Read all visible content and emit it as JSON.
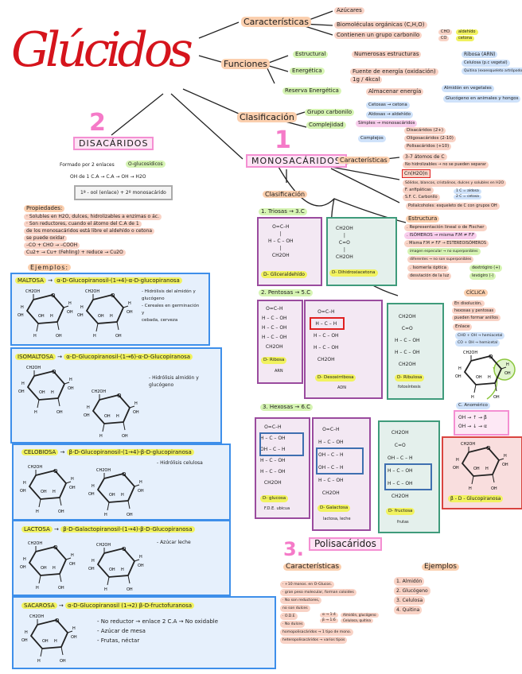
{
  "title": "Glúcidos",
  "ring": {
    "ch2oh": "CH2OH",
    "o": "O",
    "h": "H",
    "oh": "OH"
  },
  "caracteristicas": {
    "label": "Características",
    "items": [
      "Azúcares",
      "Biomoléculas orgánicas (C,H,O)",
      "Contienen un grupo carbonilo"
    ],
    "carbonilo": [
      "CHO",
      "CO"
    ],
    "carbonilo_tipos": [
      "aldehído",
      "cetona"
    ]
  },
  "funciones": {
    "label": "Funciones",
    "estructural": {
      "label": "Estructural",
      "desc": "Numerosas estructuras",
      "ejemplos": [
        "Ribosa (ARN)",
        "Celulosa (p.c vegetal)",
        "Quitina (exoesqueleto artrópodos)"
      ]
    },
    "energetica": {
      "label": "Energética",
      "desc": "Fuente de energía (oxidación)",
      "desc2": "1g / 4kcal"
    },
    "reserva": {
      "label": "Reserva Energética",
      "desc": "Almacenar energía",
      "ejemplos": [
        "Almidón en vegetales",
        "Glucógeno en animales y hongos"
      ]
    }
  },
  "clasificacion": {
    "label": "Clasificación",
    "grupo": "Grupo carbonilo",
    "grupo_items": [
      "Cetosas → cetona",
      "Aldosas → aldehído"
    ],
    "complejidad": "Complejidad",
    "simples": "Simples → monosacáridos",
    "complejos": "Complejos",
    "complejos_items": [
      "Disacáridos (2+)",
      "Oligosacáridos (2-10)",
      "Polisacáridos (+10)"
    ]
  },
  "disacaridos": {
    "number": "2",
    "title": "DISACÁRIDOS",
    "formado": "Formado por 2 enlaces",
    "enlace": "O-glucosídicos",
    "reaccion": "OH de 1 C.A → C.A → OH → H2O",
    "formula_box": "1ª - ool (enlace) + 2º monosacárido",
    "propiedades_label": "Propiedades:",
    "propiedades": [
      "· Solubles en H2O, dulces, hidrolizables a enzimas o ác.",
      "· Son reductores, cuando el átomo del C.A de 1",
      "de los monosacáridos está libre el aldehído o cetona",
      "se puede oxidar",
      "–CO   + CHO   →   –COOH",
      "Cu2+ → Cu+ (Fehling) + reduce → Cu2O"
    ],
    "ejemplos_label": "Ejemplos:",
    "ejemplos": [
      {
        "name": "MALTOSA",
        "enlace": "α-D-Glucopiranosil-(1→4)-α-D-glucopiranosa",
        "notas": [
          "- Hidrólisis del almidón y",
          "glucógeno",
          "- Cereales en germinación",
          "y",
          "cebada, cerveza"
        ]
      },
      {
        "name": "ISOMALTOSA",
        "enlace": "α-D-Glucopiranosil-(1→6)-α-D-Glucopiranosa",
        "notas": [
          "- Hidrólisis almidón y",
          "glucógeno"
        ]
      },
      {
        "name": "CELOBIOSA",
        "enlace": "β-D-Glucopiranosil-(1→4)-β-D-glucopiranosa",
        "notas": [
          "- Hidrólisis celulosa"
        ]
      },
      {
        "name": "LACTOSA",
        "enlace": "β-D-Galactopiranosil-(1→4)-β-D-Glucopiranosa",
        "notas": [
          "- Azúcar leche"
        ]
      },
      {
        "name": "SACAROSA",
        "enlace": "α-D-Glucopiranosil (1→2) β-D-fructofuranosa",
        "notas": [
          "- No reductor → enlace 2 C.A → No oxidable",
          "- Azúcar de mesa",
          "- Frutas, néctar"
        ]
      }
    ]
  },
  "monosacaridos": {
    "number": "1",
    "title": "MONOSACÁRIDOS",
    "caracteristicas_label": "Características",
    "caracteristicas": [
      "3-7 átomos de C",
      "No hidrolizables → no se pueden separar",
      "Cn(H2O)n",
      "Sólidos, blancos, cristalinos, dulces y solubles en H2O",
      "F. anfipáticas",
      "S.F. C. Carbonilo",
      "Polialcoholes: esqueleto de C con grupos OH"
    ],
    "carbonilo_items": [
      "1 C = aldosa",
      "2 C = cetosa"
    ],
    "clasificacion_label": "Clasificación",
    "triosas": "1. Triosas → 3.C",
    "pentosas": "2. Pentosas → 5.C",
    "hexosas": "3. Hexosas → 6.C",
    "molecules": {
      "gliceraldehido": {
        "lines": [
          "O=C–H",
          "|",
          "H – C – OH",
          "|",
          "CH2OH"
        ],
        "name": "D- Gliceraldehído"
      },
      "dihidroxiacetona": {
        "lines": [
          "CH2OH",
          "|",
          "C=O",
          "|",
          "CH2OH"
        ],
        "name": "D- Dihidroxiacetona"
      },
      "ribosa": {
        "lines": [
          "O=C–H",
          "H – C – OH",
          "H – C – OH",
          "H – C – OH",
          "CH2OH"
        ],
        "name": "D- Ribosa",
        "note": "ARN"
      },
      "desoxirribosa": {
        "lines": [
          "O=C–H",
          "H – C – H",
          "H – C – OH",
          "H – C – OH",
          "CH2OH"
        ],
        "name": "D- Desoxirribosa",
        "note": "ADN"
      },
      "ribulosa": {
        "lines": [
          "CH2OH",
          "C=O",
          "H – C – OH",
          "H – C – OH",
          "CH2OH"
        ],
        "name": "D- Ribulosa",
        "note": "fotosíntesis"
      },
      "glucosa": {
        "lines": [
          "O=C–H",
          "H – C – OH",
          "OH – C – H",
          "H – C – OH",
          "H – C – OH",
          "CH2OH"
        ],
        "name": "D- glucosa",
        "note": "F.D.E. ubicua"
      },
      "galactosa": {
        "lines": [
          "O=C–H",
          "H – C – OH",
          "OH – C – H",
          "OH – C – H",
          "H – C – OH",
          "CH2OH"
        ],
        "name": "D- Galactosa",
        "note": "lactosa, leche"
      },
      "fructosa": {
        "lines": [
          "CH2OH",
          "C=O",
          "OH – C – H",
          "H – C – OH",
          "H – C – OH",
          "CH2OH"
        ],
        "name": "D- fructosa",
        "note": "frutas"
      }
    },
    "estructura_label": "Estructura",
    "estructura": [
      ". Representación lineal o de Fischer",
      ". ISÓMEROS → misma F.M ≠ F.F",
      ". Misma F.M ≠ F.F → ESTEREOISÓMEROS",
      "imagen especular → no superponibles",
      "diferentes → no son superponibles",
      ". Isomería óptica",
      "desviación de la luz"
    ],
    "optica": [
      "dextrógiro (+)",
      "levógiro (-)"
    ],
    "ciclica_label": "CÍCLICA",
    "ciclica": [
      "En disolución,",
      "hexosas y pentosas",
      "pueden formar anillos"
    ],
    "enlace_label": "Enlace",
    "enlace_items": [
      "CHO + OH → hemiacetal",
      "CO + OH → hemicetal"
    ],
    "anomerico_label": "C. Anomérico",
    "anomero": [
      "OH → ↑ → β",
      "OH → ↓ → α"
    ],
    "beta_glucopiranosa": "β - D - Glucopiranosa"
  },
  "polisacaridos": {
    "number": "3.",
    "title": "Polisacáridos",
    "caracteristicas_label": "Características",
    "caracteristicas": [
      "· +10 monos. en O-Glucos.",
      "· gran peso molecular, forman coloides",
      "· No son reductores,",
      "no son dulces",
      "· O.D.E",
      "· No dulces",
      "homopolisacáridos → 1 tipo de mono.",
      "heteropolisacáridos → varios tipos"
    ],
    "ode_items": [
      "α → 1:4",
      "β → 1:6"
    ],
    "ode_tipos": [
      "Almidón, glucógeno",
      "Celulosa, quitina"
    ],
    "ejemplos_label": "Ejemplos",
    "ejemplos": [
      "1. Almidón",
      "2. Glucógeno",
      "3. Celulosa",
      "4. Quitina"
    ]
  },
  "colors": {
    "title": "#d5141c",
    "numbers": "#f57ac8",
    "disacarido_box": "#3e8fea",
    "aldosa_box": "#9a4b9e",
    "cetosa_box": "#3f9b7b",
    "highlight_orange": "#fbcfae",
    "highlight_green": "#d6f4b3",
    "highlight_yellow": "#f1f25f",
    "highlight_blue": "#cfe2fa"
  }
}
